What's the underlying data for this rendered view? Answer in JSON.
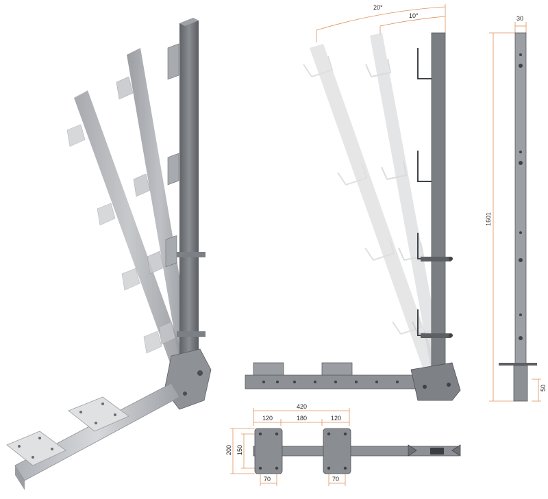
{
  "colors": {
    "steel_dark": "#6f7276",
    "steel_mid": "#8d9094",
    "steel_light": "#b7bac0",
    "ghost": "#d9dadc",
    "dimension_line": "#e0905a",
    "text": "#222222"
  },
  "side_view": {
    "angles": {
      "angle_20": "20°",
      "angle_10": "10°"
    }
  },
  "front_view": {
    "width": "30",
    "height": "1601",
    "base_offset": "50"
  },
  "top_view": {
    "total_length": "420",
    "spacing_left": "120",
    "spacing_mid": "180",
    "spacing_right": "120",
    "plate_height": "200",
    "plate_inner": "150",
    "hole_left": "70",
    "hole_right": "70"
  }
}
